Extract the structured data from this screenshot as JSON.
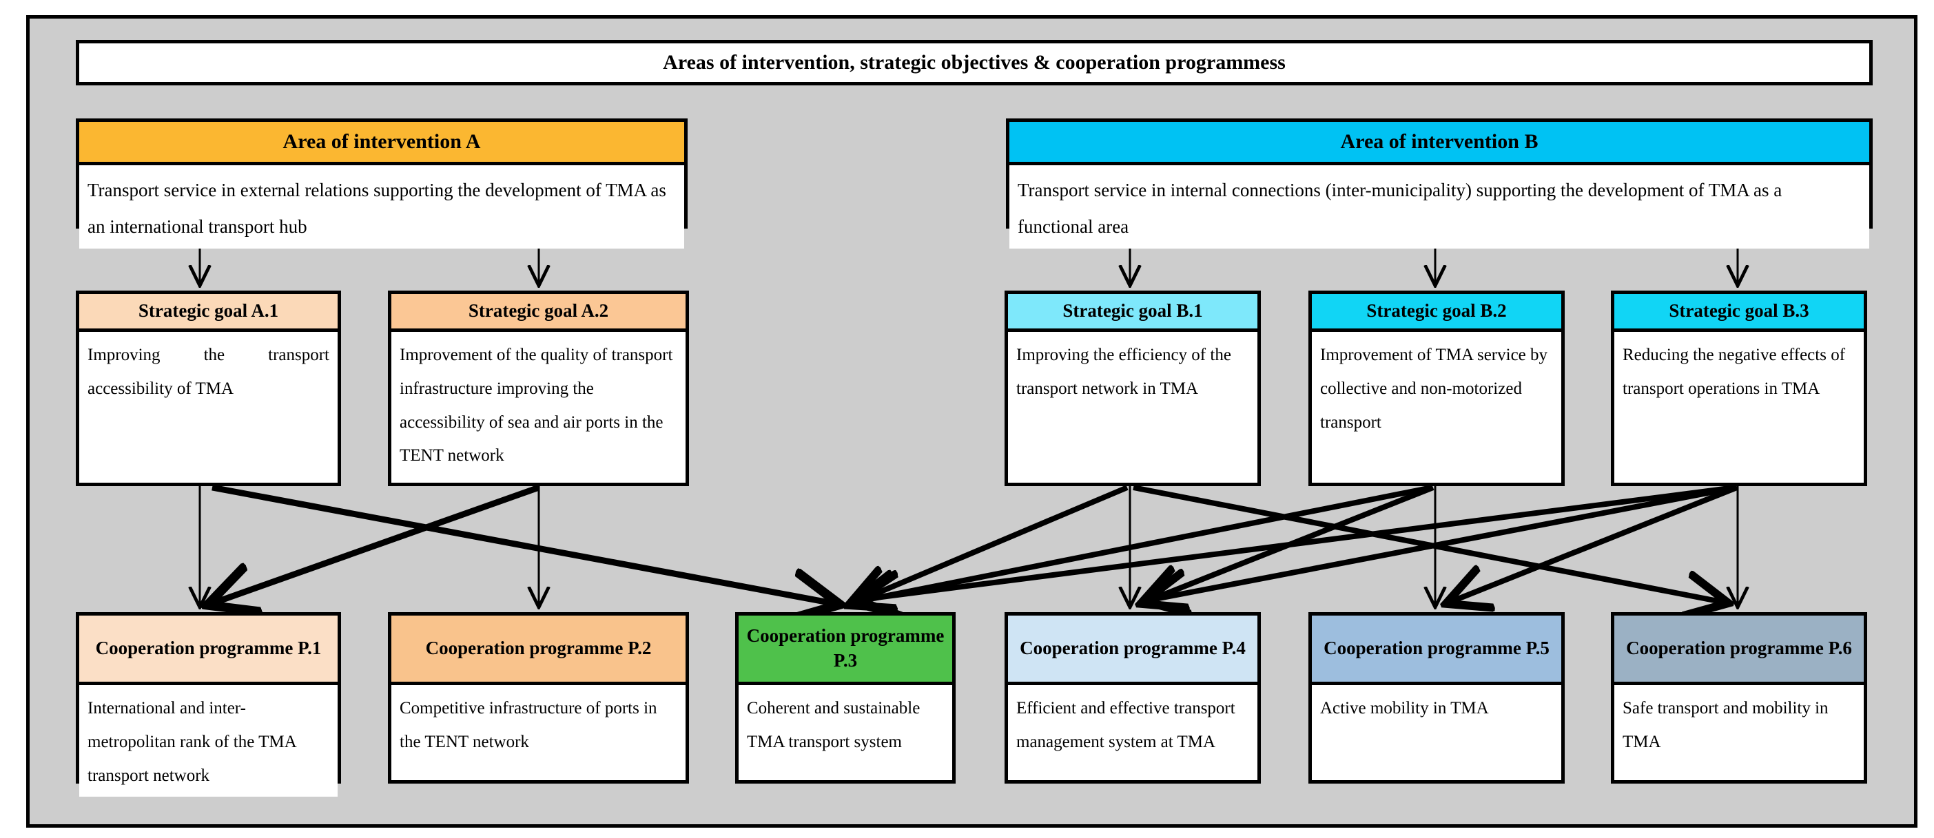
{
  "diagram": {
    "title": "Areas of intervention, strategic objectives & cooperation programmess",
    "background": "#cdcdcd",
    "line_color": "#000000"
  },
  "areas": [
    {
      "id": "A",
      "header": "Area of intervention A",
      "header_color": "#FBB731",
      "body": "Transport service in external relations supporting the development of TMA as an international transport hub"
    },
    {
      "id": "B",
      "header": "Area of intervention B",
      "header_color": "#00C2F3",
      "body": "Transport service in internal connections (inter-municipality) supporting the development of TMA as a functional area"
    }
  ],
  "goals": [
    {
      "id": "A.1",
      "header": "Strategic goal A.1",
      "header_color": "#FBD9B8",
      "body": "Improving the transport accessibility of TMA"
    },
    {
      "id": "A.2",
      "header": "Strategic goal A.2",
      "header_color": "#FBC795",
      "body": "Improvement of the quality of transport infrastructure improving the accessibility of sea and air ports in the TENT network"
    },
    {
      "id": "B.1",
      "header": "Strategic goal B.1",
      "header_color": "#7EE8FB",
      "body": "Improving the efficiency of the transport network in TMA"
    },
    {
      "id": "B.2",
      "header": "Strategic goal B.2",
      "header_color": "#11D5F5",
      "body": "Improvement of TMA service by collective and non-motorized transport"
    },
    {
      "id": "B.3",
      "header": "Strategic goal B.3",
      "header_color": "#11D5F5",
      "body": "Reducing the negative effects of transport operations in TMA"
    }
  ],
  "programmes": [
    {
      "id": "P.1",
      "header": "Cooperation programme P.1",
      "header_color": "#FBDFC6",
      "body": "International and inter-metropolitan rank of the TMA transport network"
    },
    {
      "id": "P.2",
      "header": "Cooperation programme P.2",
      "header_color": "#F9C38C",
      "body": "Competitive infrastructure of ports in the TENT network"
    },
    {
      "id": "P.3",
      "header": "Cooperation programme P.3",
      "header_color": "#4FC14B",
      "body": "Coherent and sustainable TMA transport system"
    },
    {
      "id": "P.4",
      "header": "Cooperation programme P.4",
      "header_color": "#CFE4F4",
      "body": "Efficient and effective transport management system at TMA"
    },
    {
      "id": "P.5",
      "header": "Cooperation programme P.5",
      "header_color": "#9DBEDE",
      "body": "Active mobility in TMA"
    },
    {
      "id": "P.6",
      "header": "Cooperation programme P.6",
      "header_color": "#9BB1C4",
      "body": "Safe transport and mobility in TMA"
    }
  ],
  "connections": [
    {
      "from": "A",
      "to": "A.1"
    },
    {
      "from": "A",
      "to": "A.2"
    },
    {
      "from": "B",
      "to": "B.1"
    },
    {
      "from": "B",
      "to": "B.2"
    },
    {
      "from": "B",
      "to": "B.3"
    },
    {
      "from": "A.1",
      "to": "P.1"
    },
    {
      "from": "A.1",
      "to": "P.3"
    },
    {
      "from": "A.2",
      "to": "P.1"
    },
    {
      "from": "A.2",
      "to": "P.2"
    },
    {
      "from": "B.1",
      "to": "P.3"
    },
    {
      "from": "B.1",
      "to": "P.4"
    },
    {
      "from": "B.1",
      "to": "P.6"
    },
    {
      "from": "B.2",
      "to": "P.3"
    },
    {
      "from": "B.2",
      "to": "P.4"
    },
    {
      "from": "B.2",
      "to": "P.5"
    },
    {
      "from": "B.3",
      "to": "P.3"
    },
    {
      "from": "B.3",
      "to": "P.4"
    },
    {
      "from": "B.3",
      "to": "P.5"
    },
    {
      "from": "B.3",
      "to": "P.6"
    }
  ]
}
